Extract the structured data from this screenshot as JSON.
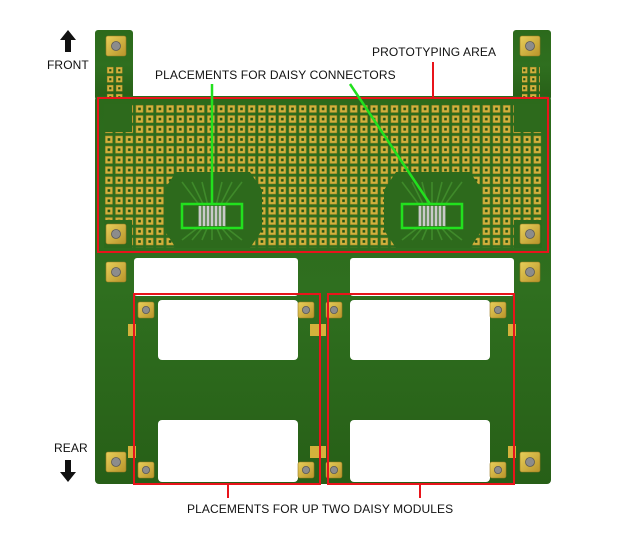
{
  "labels": {
    "front": "FRONT",
    "rear": "REAR",
    "prototyping_area": "PROTOTYPING AREA",
    "daisy_connectors": "PLACEMENTS FOR DAISY CONNECTORS",
    "daisy_modules": "PLACEMENTS FOR UP TWO DAISY MODULES"
  },
  "colors": {
    "pcb_green": "#2f6b1e",
    "pcb_dark": "#1f5214",
    "pad_gold": "#d4b23a",
    "highlight_red": "#e8141b",
    "highlight_green": "#22e01e",
    "cutout": "#ffffff"
  }
}
